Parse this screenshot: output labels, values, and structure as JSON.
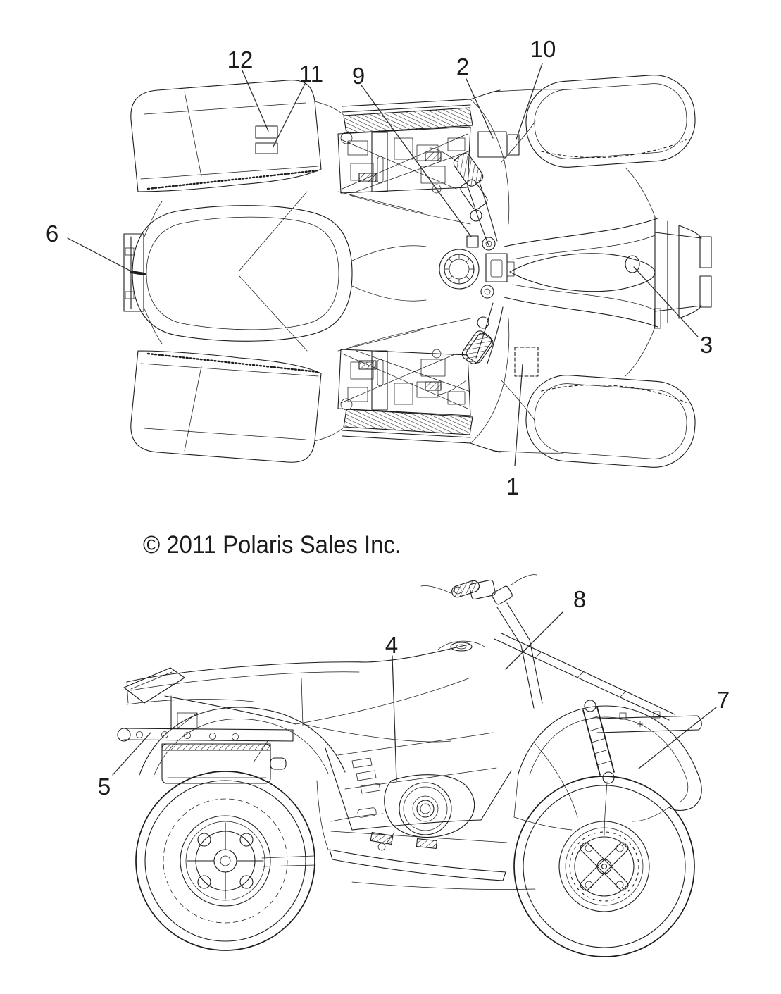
{
  "colors": {
    "background": "#ffffff",
    "line": "#1c1c1c",
    "text": "#1b1b1b"
  },
  "copyright": {
    "text": "© 2011 Polaris Sales Inc."
  },
  "callouts": {
    "c1": {
      "label": "1"
    },
    "c2": {
      "label": "2"
    },
    "c3": {
      "label": "3"
    },
    "c4": {
      "label": "4"
    },
    "c5": {
      "label": "5"
    },
    "c6": {
      "label": "6"
    },
    "c7": {
      "label": "7"
    },
    "c8": {
      "label": "8"
    },
    "c9": {
      "label": "9"
    },
    "c10": {
      "label": "10"
    },
    "c11": {
      "label": "11"
    },
    "c12": {
      "label": "12"
    }
  }
}
